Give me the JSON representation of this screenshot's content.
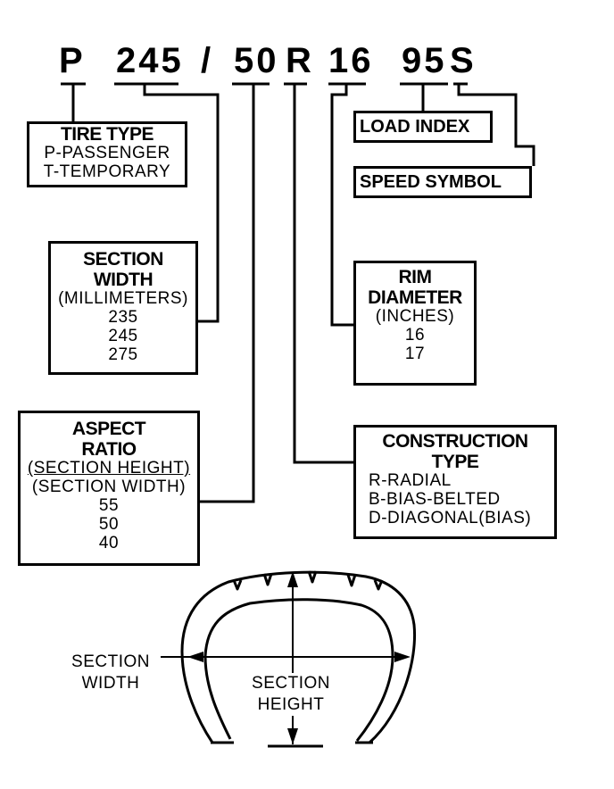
{
  "code": {
    "p": "P",
    "width": "245",
    "slash": "/",
    "ratio": "50",
    "r": "R",
    "rim": "16",
    "load": "95",
    "speed": "S"
  },
  "tire_type": {
    "title": "TIRE TYPE",
    "lines": [
      "P-PASSENGER",
      "T-TEMPORARY"
    ]
  },
  "section_width": {
    "title1": "SECTION",
    "title2": "WIDTH",
    "unit": "(MILLIMETERS)",
    "values": [
      "235",
      "245",
      "275"
    ]
  },
  "aspect_ratio": {
    "title1": "ASPECT",
    "title2": "RATIO",
    "numerator": "(SECTION HEIGHT)",
    "denominator": "(SECTION WIDTH)",
    "values": [
      "55",
      "50",
      "40"
    ]
  },
  "load_index": {
    "label": "LOAD INDEX"
  },
  "speed_symbol": {
    "label": "SPEED SYMBOL"
  },
  "rim_diameter": {
    "title1": "RIM",
    "title2": "DIAMETER",
    "unit": "(INCHES)",
    "values": [
      "16",
      "17"
    ]
  },
  "construction": {
    "title1": "CONSTRUCTION",
    "title2": "TYPE",
    "lines": [
      "R-RADIAL",
      "B-BIAS-BELTED",
      "D-DIAGONAL(BIAS)"
    ]
  },
  "tire_diagram": {
    "section_width_label1": "SECTION",
    "section_width_label2": "WIDTH",
    "section_height_label1": "SECTION",
    "section_height_label2": "HEIGHT"
  }
}
